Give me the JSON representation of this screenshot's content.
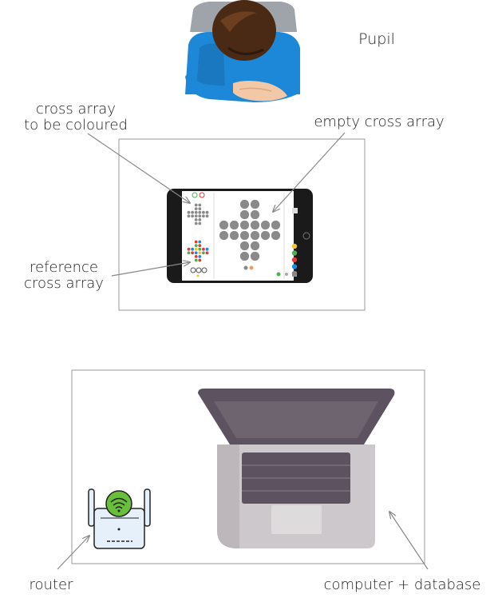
{
  "labels": {
    "pupil": "Pupil",
    "cross_to_colour_line1": "cross array",
    "cross_to_colour_line2": "to be coloured",
    "empty_cross": "empty cross array",
    "reference_line1": "reference",
    "reference_line2": "cross array",
    "router": "router",
    "computer": "computer + database"
  },
  "colors": {
    "pupil_shirt": "#1e88d8",
    "pupil_hair": "#4a2a14",
    "tablet_frame": "#1a1a1a",
    "dot_grey": "#8a8a8a",
    "laptop_lid": "#5d5360",
    "laptop_base": "#cdc8cc",
    "keyboard": "#5d5360",
    "router_wifi": "#6abf3a",
    "panel_border": "#999999"
  },
  "palette": [
    "#f4c430",
    "#4caf50",
    "#e53935",
    "#1e88e5",
    "#888888"
  ],
  "icons": [
    "pupil-illustration",
    "tablet-icon",
    "laptop-icon",
    "router-icon",
    "wifi-icon"
  ]
}
